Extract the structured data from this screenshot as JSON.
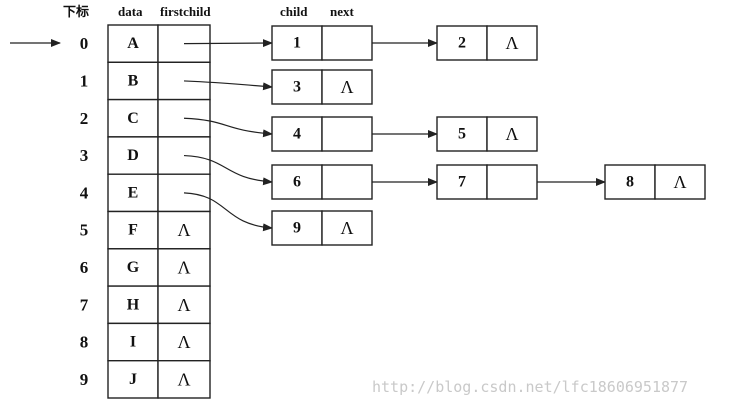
{
  "headers": {
    "index": "下标",
    "data": "data",
    "firstchild": "firstchild",
    "child": "child",
    "next": "next"
  },
  "null_symbol": "Λ",
  "table": [
    {
      "index": "0",
      "data": "A",
      "firstchild_null": false,
      "chain": [
        "1",
        "2"
      ]
    },
    {
      "index": "1",
      "data": "B",
      "firstchild_null": false,
      "chain": [
        "3"
      ]
    },
    {
      "index": "2",
      "data": "C",
      "firstchild_null": false,
      "chain": [
        "4",
        "5"
      ]
    },
    {
      "index": "3",
      "data": "D",
      "firstchild_null": false,
      "chain": [
        "6",
        "7",
        "8"
      ]
    },
    {
      "index": "4",
      "data": "E",
      "firstchild_null": false,
      "chain": [
        "9"
      ]
    },
    {
      "index": "5",
      "data": "F",
      "firstchild_null": true,
      "chain": []
    },
    {
      "index": "6",
      "data": "G",
      "firstchild_null": true,
      "chain": []
    },
    {
      "index": "7",
      "data": "H",
      "firstchild_null": true,
      "chain": []
    },
    {
      "index": "8",
      "data": "I",
      "firstchild_null": true,
      "chain": []
    },
    {
      "index": "9",
      "data": "J",
      "firstchild_null": true,
      "chain": []
    }
  ],
  "watermark": "http://blog.csdn.net/lfc18606951877"
}
